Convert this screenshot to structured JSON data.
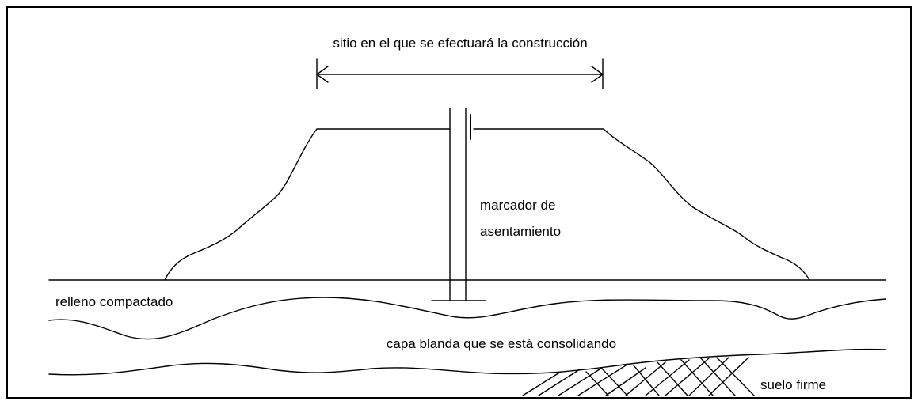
{
  "labels": {
    "construction_site": "sitio en el que se efectuará la construcción",
    "settlement_marker_line1": "marcador de",
    "settlement_marker_line2": "asentamiento",
    "compacted_fill": "relleno compactado",
    "soft_layer": "capa blanda que se está consolidando",
    "firm_soil": "suelo firme"
  }
}
